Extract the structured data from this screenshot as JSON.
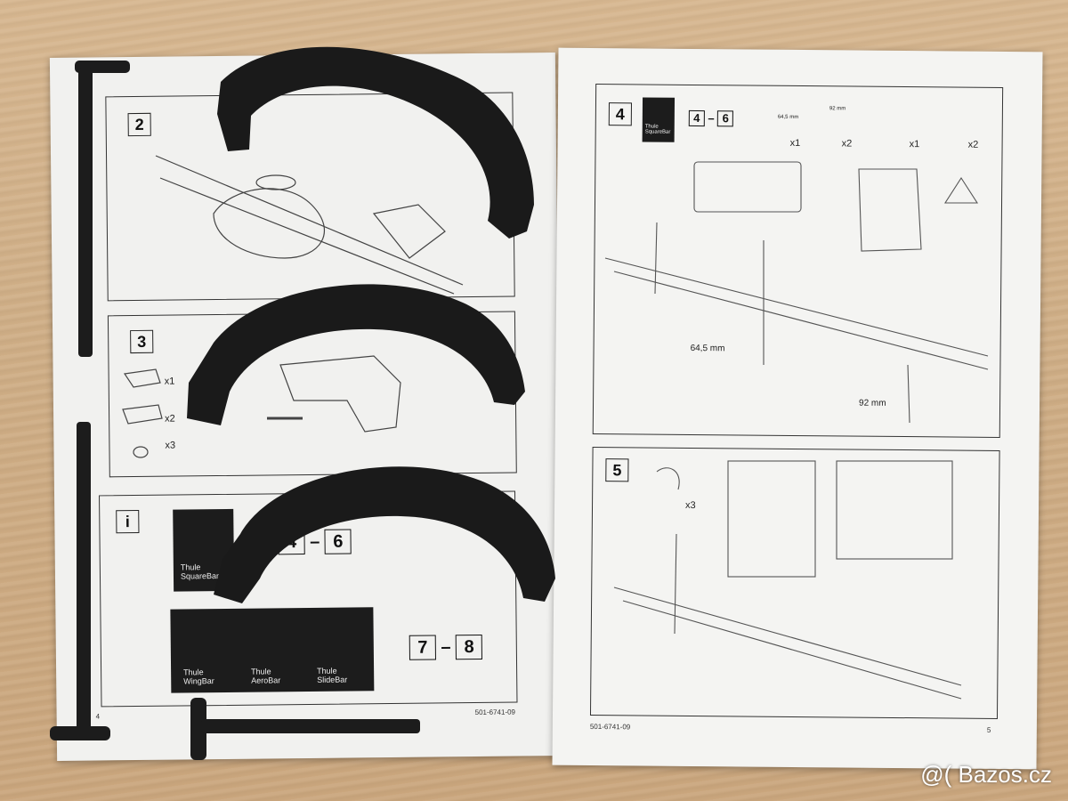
{
  "left_page": {
    "step2": "2",
    "step3": "3",
    "info": "i",
    "step3_counts": [
      "x1",
      "x2",
      "x3"
    ],
    "info_square_label": "Thule SquareBar",
    "info_range_a": {
      "from": "4",
      "to": "6"
    },
    "info_bars": [
      "Thule WingBar",
      "Thule AeroBar",
      "Thule SlideBar"
    ],
    "info_range_b": {
      "from": "7",
      "to": "8"
    },
    "page_number": "4",
    "doc_code": "501-6741-09"
  },
  "right_page": {
    "step4": "4",
    "step4_square_label": "Thule SquareBar",
    "step4_range": {
      "from": "4",
      "to": "6"
    },
    "bolt_short": "64,5 mm",
    "bolt_long": "92 mm",
    "step4_counts": [
      "x1",
      "x2",
      "x1",
      "x2"
    ],
    "dim_64": "64,5 mm",
    "dim_92": "92 mm",
    "step5": "5",
    "step5_count": "x3",
    "doc_code": "501-6741-09",
    "page_number": "5"
  },
  "watermark": "@( Bazos.cz"
}
